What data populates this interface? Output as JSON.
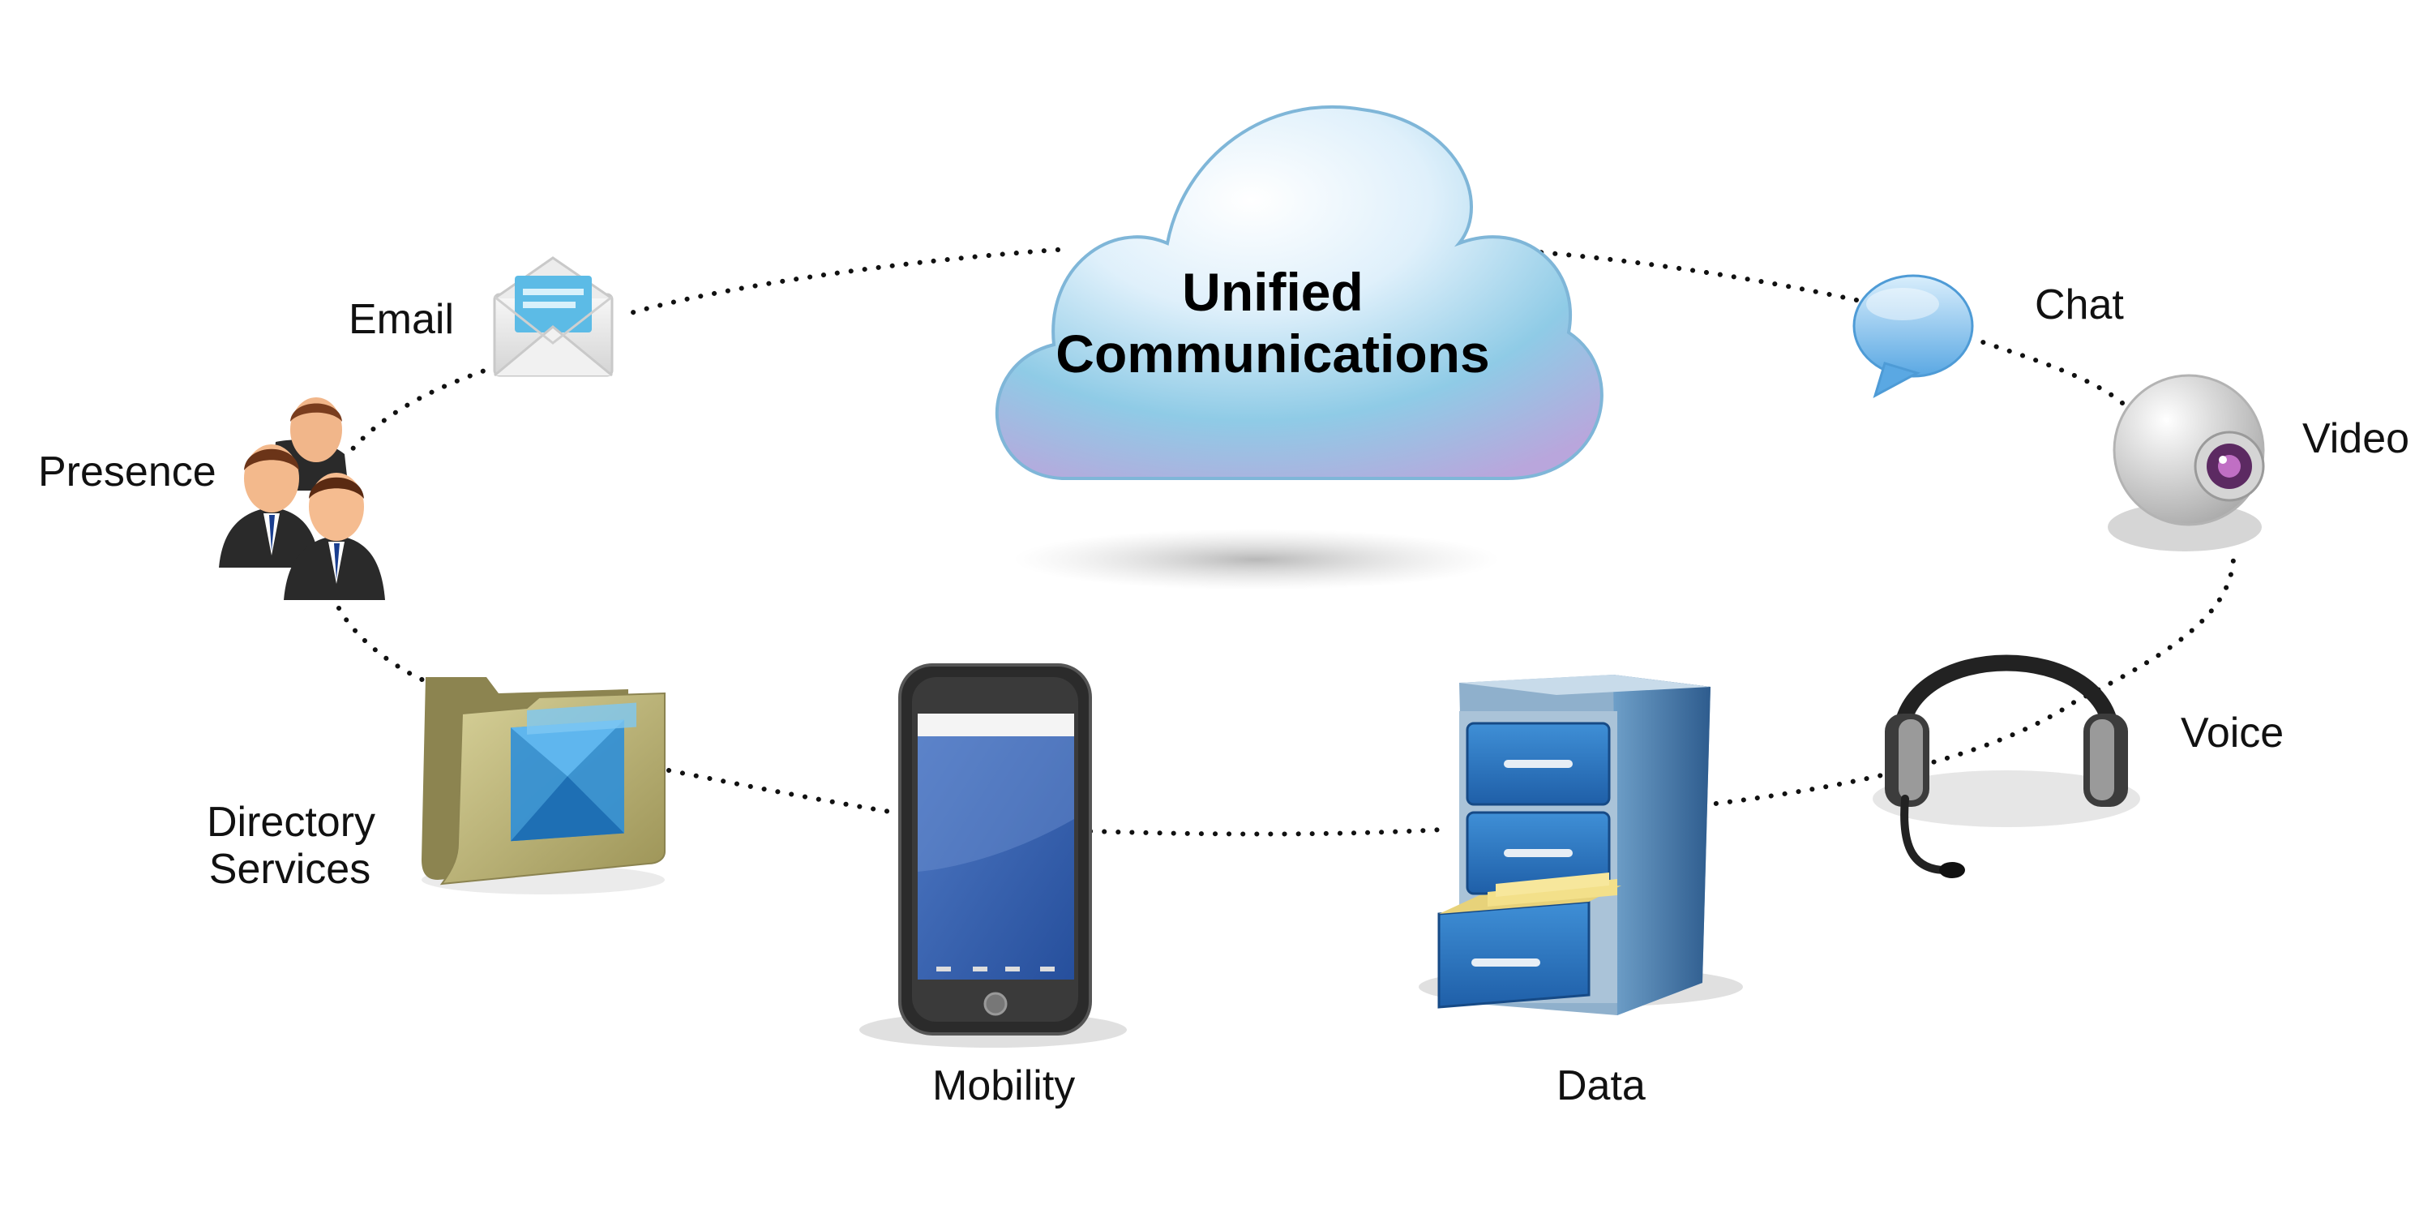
{
  "center": {
    "line1": "Unified",
    "line2": "Communications"
  },
  "nodes": [
    {
      "id": "email",
      "label": "Email",
      "icon": "envelope-icon"
    },
    {
      "id": "presence",
      "label": "Presence",
      "icon": "people-icon"
    },
    {
      "id": "directory",
      "label_line1": "Directory",
      "label_line2": "Services",
      "icon": "folder-icon"
    },
    {
      "id": "mobility",
      "label": "Mobility",
      "icon": "smartphone-icon"
    },
    {
      "id": "data",
      "label": "Data",
      "icon": "file-cabinet-icon"
    },
    {
      "id": "voice",
      "label": "Voice",
      "icon": "headset-icon"
    },
    {
      "id": "video",
      "label": "Video",
      "icon": "webcam-icon"
    },
    {
      "id": "chat",
      "label": "Chat",
      "icon": "speech-bubble-icon"
    }
  ],
  "colors": {
    "cloud_top": "#eef6fd",
    "cloud_mid": "#9fd1ea",
    "cloud_bottom": "#b7a8dd",
    "dotted_ring": "#111111"
  }
}
